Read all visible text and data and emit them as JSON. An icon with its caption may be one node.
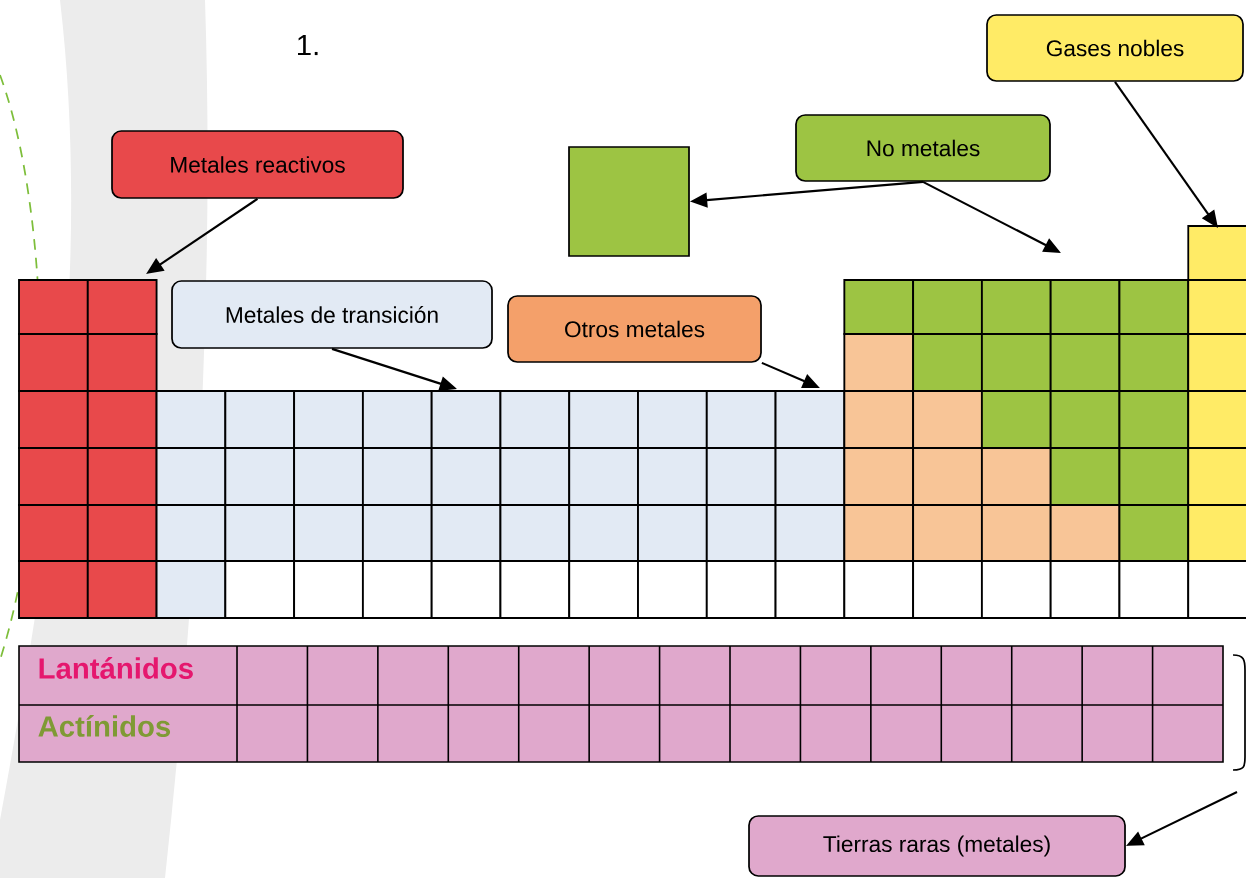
{
  "diagram": {
    "nodes": [
      {
        "text": [
          "Gases nobles"
        ]
      },
      {
        "text": [
          "Metales reactivos"
        ]
      },
      {
        "text": [],
        "shape": "box"
      },
      {
        "text": [
          "No metales"
        ]
      },
      {
        "text": [
          "Metales de transición"
        ]
      },
      {
        "text": [
          "Otros metales"
        ]
      },
      {
        "text": [
          "Tierras raras (metales)"
        ]
      }
    ],
    "edges": [
      {
        "from": 0,
        "to": null,
        "arrow": "to"
      },
      {
        "from": 1,
        "to": null,
        "arrow": "to"
      },
      {
        "from": 3,
        "to": 2,
        "arrow": "to"
      },
      {
        "from": 3,
        "to": null,
        "arrow": "to"
      },
      {
        "from": 4,
        "to": null,
        "arrow": "to"
      },
      {
        "from": 5,
        "to": null,
        "arrow": "to"
      },
      {
        "from": null,
        "to": 6,
        "arrow": "to"
      }
    ],
    "labels": [
      "1.",
      "Lantánidos",
      "Actínidos"
    ]
  }
}
